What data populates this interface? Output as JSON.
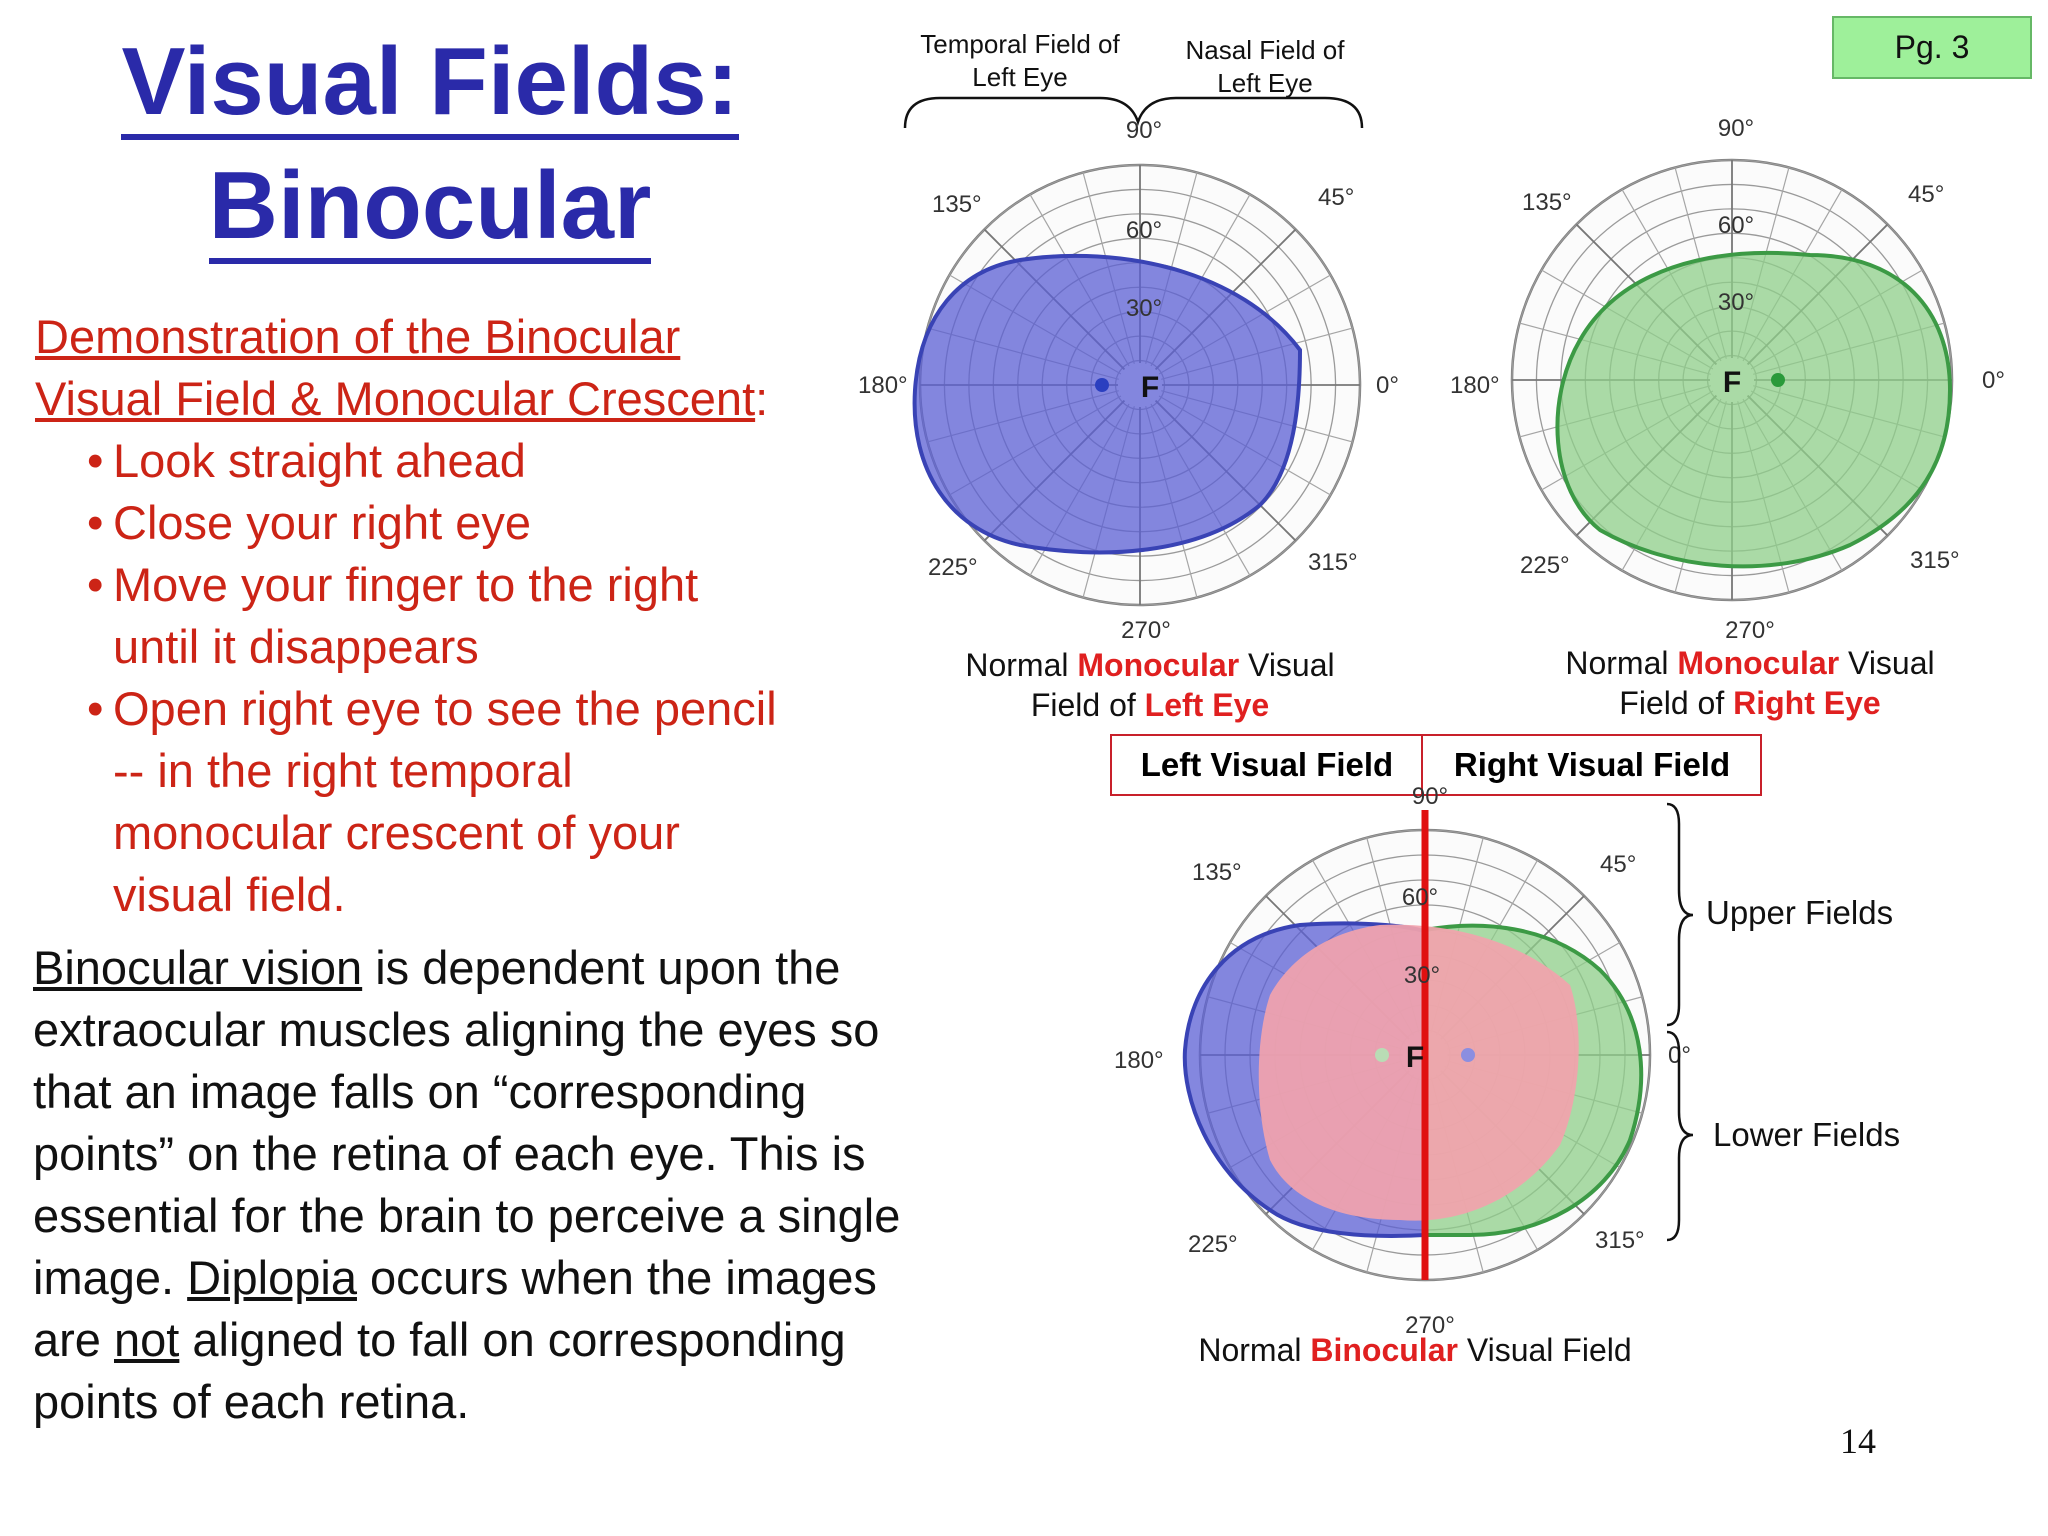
{
  "title": {
    "line1": "Visual Fields:",
    "line2": "Binocular"
  },
  "page_tag": "Pg. 3",
  "demo": {
    "heading_line1": "Demonstration of the Binocular",
    "heading_line2": "Visual Field & Monocular Crescent",
    "colon": ":",
    "bullets": [
      {
        "lines": [
          "Look straight ahead"
        ]
      },
      {
        "lines": [
          "Close your right eye"
        ]
      },
      {
        "lines": [
          "Move your finger to the right",
          "until it disappears"
        ]
      },
      {
        "lines": [
          "Open right eye to see the pencil",
          "-- in the right temporal",
          "monocular crescent of your",
          "visual field."
        ]
      }
    ]
  },
  "paragraph": {
    "l1_u": "Binocular vision",
    "l1": " is dependent upon the",
    "l2": "extraocular muscles aligning the eyes so",
    "l3": "that an image falls on “corresponding",
    "l4": "points” on the retina of each eye.  This is",
    "l5": "essential for the brain to perceive a single",
    "l6a": "image.  ",
    "l6_u": "Diplopia",
    "l6b": " occurs when the images",
    "l7a": "are ",
    "l7_u": "not",
    "l7b": " aligned to fall on corresponding",
    "l8": "points of each retina."
  },
  "top_labels": {
    "temporal_l1": "Temporal Field of",
    "temporal_l2": "Left Eye",
    "nasal_l1": "Nasal Field of",
    "nasal_l2": "Left Eye"
  },
  "left_chart": {
    "angles": {
      "a90": "90°",
      "a45": "45°",
      "a135": "135°",
      "a0": "0°",
      "a180": "180°",
      "a225": "225°",
      "a315": "315°",
      "a270": "270°"
    },
    "rings": {
      "r60": "60°",
      "r30": "30°"
    },
    "fixation": "F",
    "caption_a": "Normal ",
    "caption_b": "Monocular",
    "caption_c": " Visual",
    "caption_d": "Field of ",
    "caption_e": "Left Eye",
    "fill_color": "#5b5fd4"
  },
  "right_chart": {
    "angles": {
      "a90": "90°",
      "a45": "45°",
      "a135": "135°",
      "a0": "0°",
      "a180": "180°",
      "a225": "225°",
      "a315": "315°",
      "a270": "270°"
    },
    "rings": {
      "r60": "60°",
      "r30": "30°"
    },
    "fixation": "F",
    "caption_a": "Normal ",
    "caption_b": "Monocular",
    "caption_c": " Visual",
    "caption_d": "Field of ",
    "caption_e": "Right Eye",
    "fill_color": "#8fcf8a"
  },
  "field_box": {
    "left": "Left Visual Field",
    "right": "Right Visual Field"
  },
  "bottom_chart": {
    "angles": {
      "a90": "90°",
      "a45": "45°",
      "a135": "135°",
      "a0": "0°",
      "a180": "180°",
      "a225": "225°",
      "a315": "315°",
      "a270": "270°"
    },
    "rings": {
      "r60": "60°",
      "r30": "30°"
    },
    "fixation": "F",
    "caption_a": "Normal ",
    "caption_b": "Binocular",
    "caption_c": " Visual Field",
    "overlap_color": "#f2a3ad",
    "midline_color": "#e01010"
  },
  "side_labels": {
    "upper": "Upper Fields",
    "lower": "Lower Fields"
  },
  "page_number": "14"
}
